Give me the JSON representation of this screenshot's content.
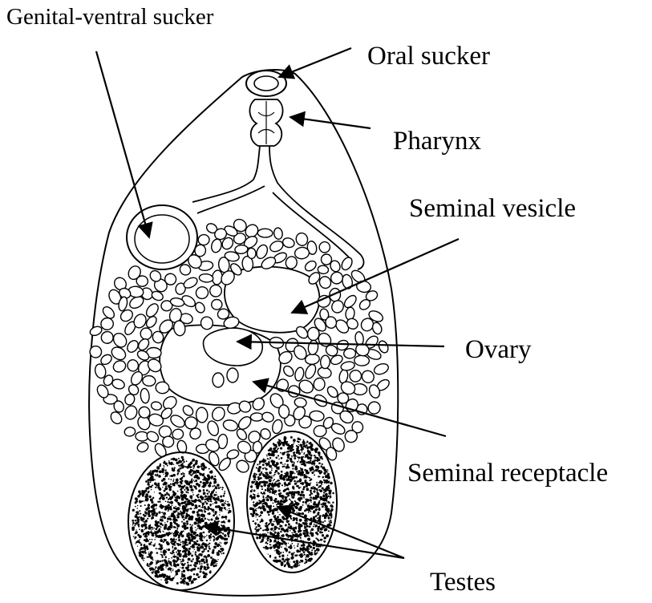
{
  "labels": {
    "genital_ventral_sucker": "Genital-ventral sucker",
    "oral_sucker": "Oral sucker",
    "pharynx": "Pharynx",
    "seminal_vesicle": "Seminal vesicle",
    "ovary": "Ovary",
    "seminal_receptacle": "Seminal receptacle",
    "testes": "Testes"
  },
  "colors": {
    "ink": "#000000",
    "background": "#ffffff"
  }
}
